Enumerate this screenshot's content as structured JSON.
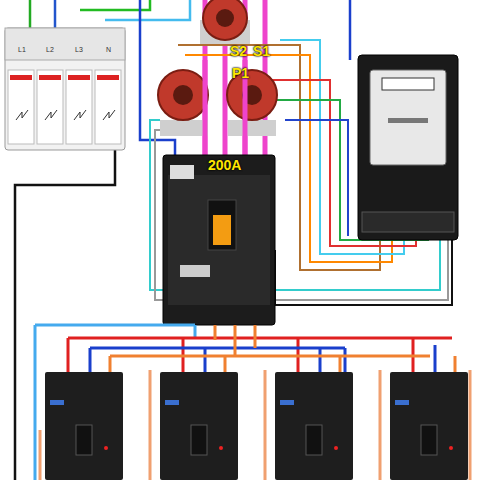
{
  "diagram": {
    "labels": [
      "S2",
      "S1",
      "P1",
      "200A",
      "L1",
      "L2",
      "L3",
      "N"
    ]
  }
}
